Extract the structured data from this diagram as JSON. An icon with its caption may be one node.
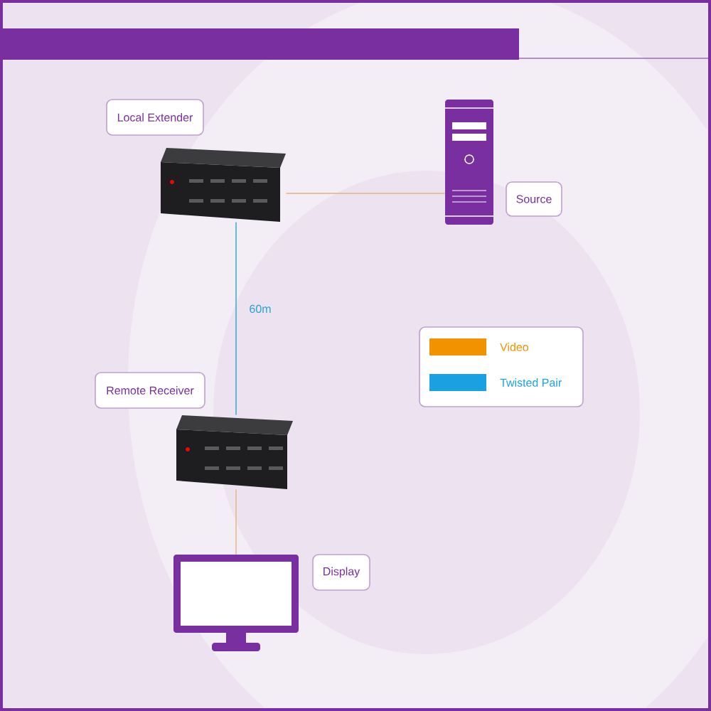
{
  "diagram": {
    "nodes": [
      {
        "text": [
          "Local Extender"
        ]
      },
      {
        "text": [],
        "shape": "picture"
      },
      {
        "text": [],
        "shape": "picture"
      },
      {
        "text": [
          "Source"
        ]
      },
      {
        "text": [
          "Remote Receiver"
        ]
      },
      {
        "text": [],
        "shape": "picture"
      },
      {
        "text": [],
        "shape": "picture"
      },
      {
        "text": [
          "Display"
        ]
      }
    ],
    "edges": [
      {
        "from": 1,
        "to": 2,
        "arrow": "none"
      },
      {
        "from": 1,
        "to": 5,
        "arrow": "none",
        "label": "60m",
        "color": "#29a3dc"
      },
      {
        "from": 5,
        "to": 6,
        "arrow": "none"
      }
    ],
    "legend": [
      {
        "text": "Video",
        "color": "#f39200"
      },
      {
        "text": "Twisted Pair",
        "color": "#1ba1e2"
      }
    ]
  }
}
